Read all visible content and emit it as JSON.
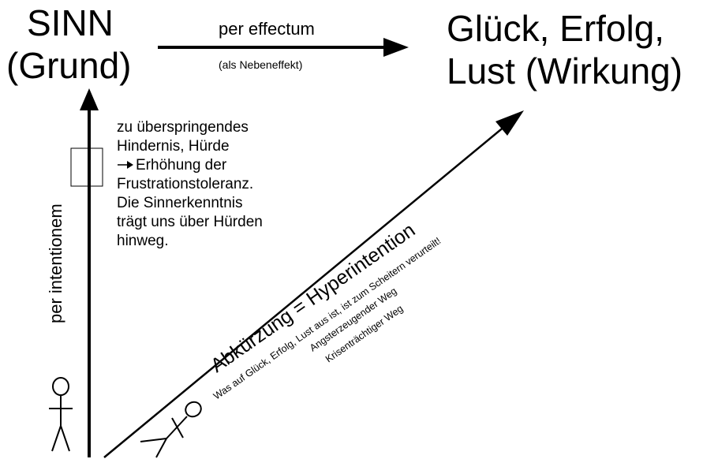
{
  "nodes": {
    "sinn_line1": "SINN",
    "sinn_line2": "(Grund)",
    "goal_line1": "Glück, Erfolg,",
    "goal_line2": "Lust  (Wirkung)"
  },
  "edges": {
    "effectum": {
      "label": "per effectum",
      "sublabel": "(als Nebeneffekt)"
    },
    "intentionem": {
      "label": "per intentionem"
    },
    "shortcut": {
      "label": "Abkürzung = Hyperintention",
      "sublabel": "Was auf Glück, Erfolg, Lust aus ist, ist zum Scheitern verurteilt!",
      "note_line1": "Angsterzeugender Weg",
      "note_line2": "Krisenträchtiger Weg"
    }
  },
  "hurdle": {
    "lines": [
      "zu überspringendes",
      "Hindernis, Hürde"
    ],
    "arrow_icon": "right-arrow-icon",
    "arrow_line": "Erhöhung der",
    "more_lines": [
      "Frustrationstoleranz.",
      "Die Sinnerkenntnis",
      "trägt uns über Hürden",
      "hinweg."
    ]
  },
  "figures": {
    "standing": "standing-stick-figure-icon",
    "falling": "falling-stick-figure-icon"
  }
}
